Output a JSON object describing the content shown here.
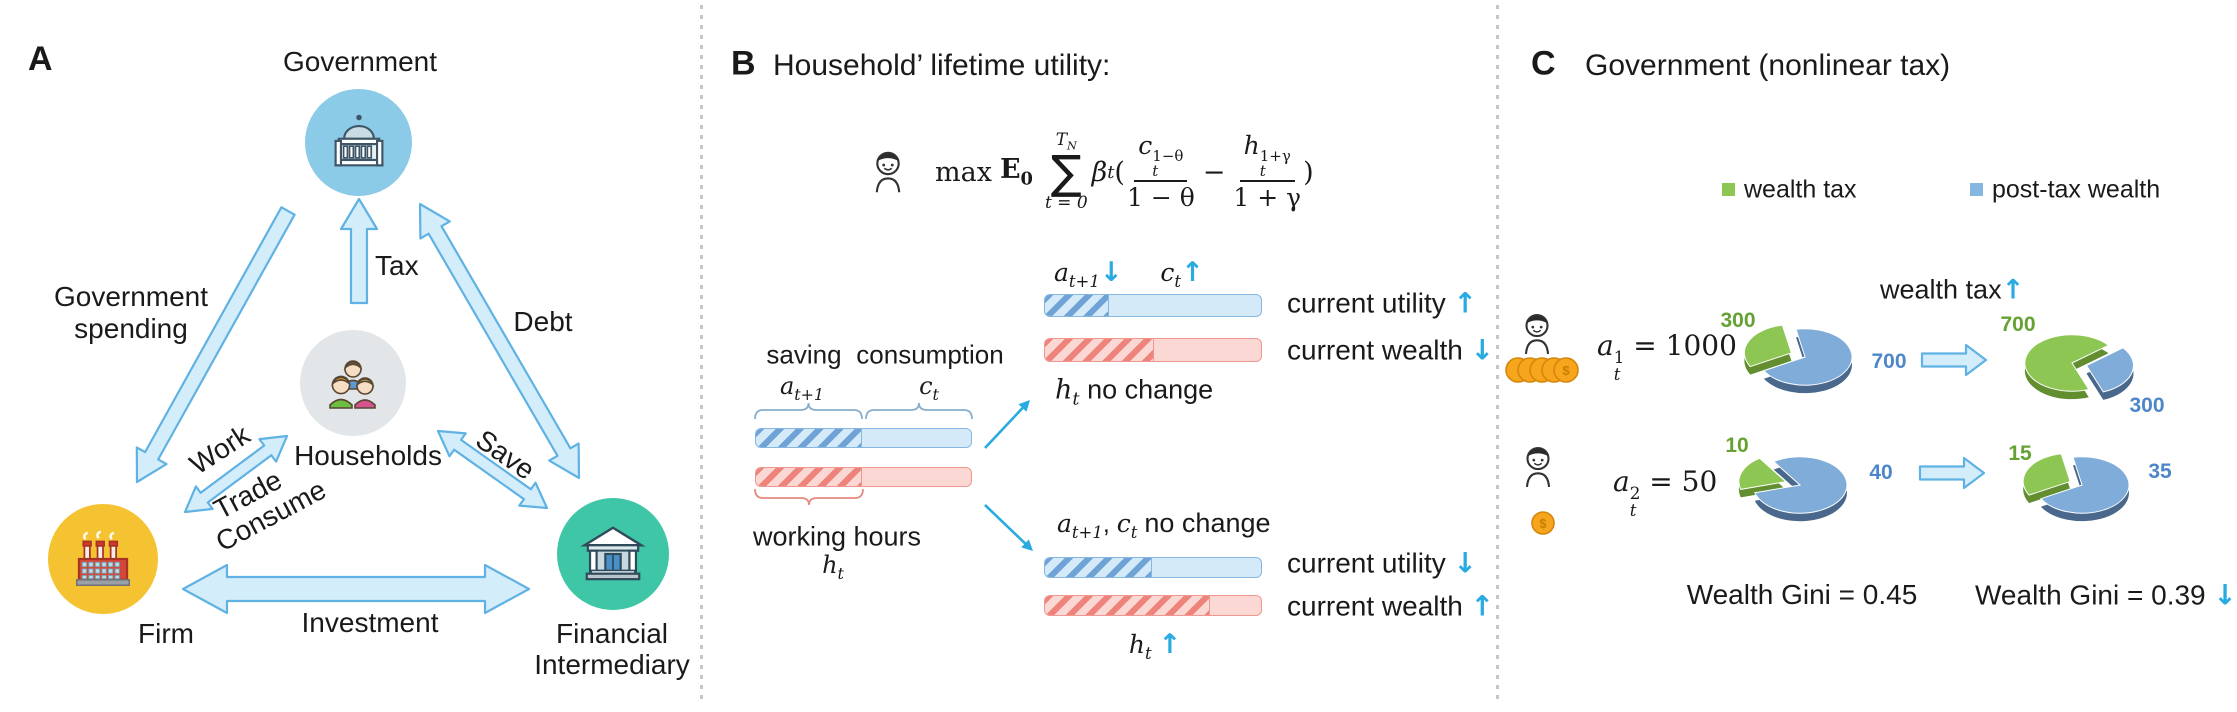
{
  "colors": {
    "cyan": "#29ABE2",
    "arrow_fill": "#D4EDFA",
    "arrow_stroke": "#5FB2E3",
    "blue_bar_fill": "#D5EAF9",
    "blue_bar_stroke": "#85B7E0",
    "blue_hatch": "#6FA3D6",
    "red_bar_fill": "#FBD8D3",
    "red_bar_stroke": "#F0978F",
    "red_hatch": "#EE837B",
    "brace_blue": "#86AECC",
    "brace_red": "#E8897F",
    "gov_circle": "#8CCBE8",
    "households_circle": "#E2E6E9",
    "firm_circle": "#F5C332",
    "fi_circle": "#3FC6A7",
    "pie_green": "#8DC653",
    "pie_green_dark": "#628E2F",
    "pie_blue": "#7FACD9",
    "pie_blue_dark": "#49688C"
  },
  "panel_a": {
    "label": "A",
    "nodes": {
      "government": "Government",
      "households": "Households",
      "firm": "Firm",
      "fi_line1": "Financial",
      "fi_line2": "Intermediary"
    },
    "edges": {
      "tax": "Tax",
      "debt": "Debt",
      "gov_spending_line1": "Government",
      "gov_spending_line2": "spending",
      "work": "Work",
      "trade": "Trade",
      "consume": "Consume",
      "save": "Save",
      "investment": "Investment"
    }
  },
  "panel_b": {
    "label": "B",
    "title": "Household’ lifetime utility:",
    "formula": {
      "max": "max",
      "E": "E",
      "E_sub": "0",
      "sum_sup_base": "T",
      "sum_sup_sub": "N",
      "sum": "∑",
      "sum_sub": "t = 0",
      "beta": "β",
      "beta_sup": "t",
      "open": "(",
      "f1_num_base": "c",
      "f1_num_sub": "t",
      "f1_num_sup": "1−θ",
      "f1_den": "1 − θ",
      "minus": "−",
      "f2_num_base": "h",
      "f2_num_sub": "t",
      "f2_num_sup": "1+γ",
      "f2_den": "1 + γ",
      "close": ")"
    },
    "left_group": {
      "saving": "saving",
      "consumption": "consumption",
      "a": "a",
      "a_sub": "t+1",
      "c": "c",
      "c_sub": "t",
      "working_hours": "working hours",
      "h": "h",
      "h_sub": "t"
    },
    "top_group": {
      "a": "a",
      "a_sub": "t+1",
      "a_dir": "↓",
      "c": "c",
      "c_sub": "t",
      "c_dir": "↑",
      "h": "h",
      "h_sub": "t",
      "h_note": "no change",
      "utility": "current utility",
      "utility_dir": "↑",
      "wealth": "current wealth",
      "wealth_dir": "↓"
    },
    "bottom_group": {
      "a": "a",
      "a_sub": "t+1",
      "sep": ", ",
      "c": "c",
      "c_sub": "t",
      "note": "no change",
      "h": "h",
      "h_sub": "t",
      "h_dir": "↑",
      "utility": "current utility",
      "utility_dir": "↓",
      "wealth": "current wealth",
      "wealth_dir": "↑"
    },
    "bars": {
      "left_blue_hatch": 0.49,
      "left_red_hatch": 0.49,
      "top_blue_hatch": 0.29,
      "top_red_hatch": 0.5,
      "bottom_blue_hatch": 0.49,
      "bottom_red_hatch": 0.76
    }
  },
  "panel_c": {
    "label": "C",
    "title": "Government (nonlinear tax)",
    "legend": [
      {
        "label": "wealth tax",
        "color": "#8DC653"
      },
      {
        "label": "post-tax wealth",
        "color": "#85B7E0"
      }
    ],
    "note": "wealth tax",
    "note_dir": "↑",
    "row1": {
      "a": "a",
      "a_sup": "1",
      "a_sub": "t",
      "eq": "= 1000"
    },
    "row2": {
      "a": "a",
      "a_sup": "2",
      "a_sub": "t",
      "eq": "= 50"
    },
    "gini_before": "Wealth Gini = 0.45",
    "gini_after": "Wealth Gini = 0.39",
    "gini_dir": "↓"
  },
  "chart_data": [
    {
      "type": "pie",
      "name": "rich-pre-tax",
      "values": [
        {
          "label": "wealth tax",
          "value": 300
        },
        {
          "label": "post-tax wealth",
          "value": 700
        }
      ]
    },
    {
      "type": "pie",
      "name": "rich-post-tax",
      "values": [
        {
          "label": "wealth tax",
          "value": 700
        },
        {
          "label": "post-tax wealth",
          "value": 300
        }
      ]
    },
    {
      "type": "pie",
      "name": "poor-pre-tax",
      "values": [
        {
          "label": "wealth tax",
          "value": 10
        },
        {
          "label": "post-tax wealth",
          "value": 40
        }
      ]
    },
    {
      "type": "pie",
      "name": "poor-post-tax",
      "values": [
        {
          "label": "wealth tax",
          "value": 15
        },
        {
          "label": "post-tax wealth",
          "value": 35
        }
      ]
    }
  ]
}
